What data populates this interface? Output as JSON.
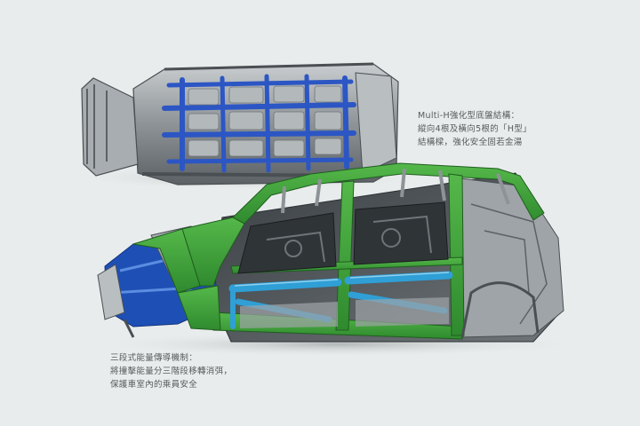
{
  "captions": {
    "chassis": {
      "line1": "Multi-H強化型底盤結構：",
      "line2": "縱向4根及橫向5根的「H型」",
      "line3": "結構樑，強化安全固若金湯"
    },
    "energy": {
      "line1": "三段式能量傳導機制：",
      "line2": "將撞擊能量分三階段移轉消弭，",
      "line3": "保護車室內的乘員安全"
    }
  },
  "colors": {
    "background": "#e9ecec",
    "outer_frame": "#3d9f3a",
    "reinforcement": "#2f9fd6",
    "crumple_zone": "#1e4fb5",
    "chassis_beam": "#2c56c4",
    "steel": "#8d9396",
    "steel_dark": "#4a4f53"
  }
}
